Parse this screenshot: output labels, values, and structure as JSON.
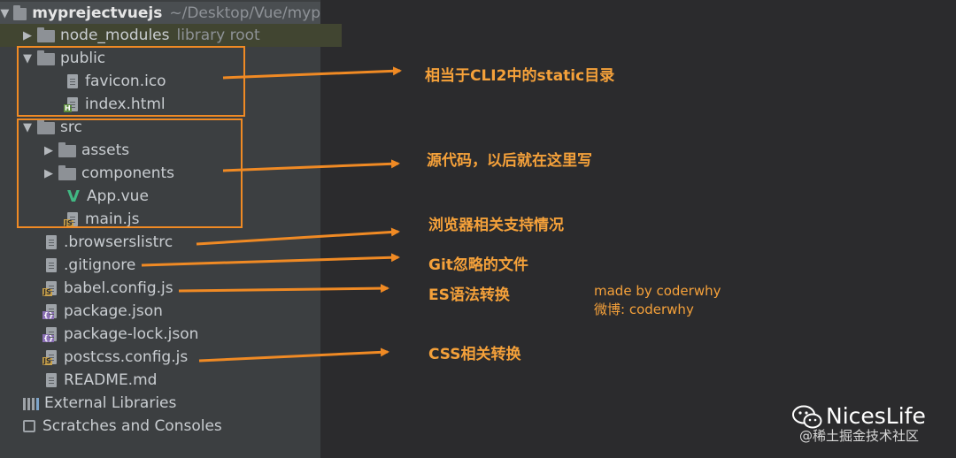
{
  "tree": {
    "root": {
      "name": "myprejectvuejs",
      "path": "~/Desktop/Vue/myp"
    },
    "node_modules": {
      "name": "node_modules",
      "note": "library root"
    },
    "public": {
      "name": "public",
      "children": [
        "favicon.ico",
        "index.html"
      ]
    },
    "src": {
      "name": "src",
      "children": [
        "assets",
        "components",
        "App.vue",
        "main.js"
      ]
    },
    "files": [
      ".browserslistrc",
      ".gitignore",
      "babel.config.js",
      "package.json",
      "package-lock.json",
      "postcss.config.js",
      "README.md"
    ],
    "external_libraries": "External Libraries",
    "scratches": "Scratches and Consoles"
  },
  "annotations": {
    "public": "相当于CLI2中的static目录",
    "src": "源代码，以后就在这里写",
    "browserslistrc": "浏览器相关支持情况",
    "gitignore": "Git忽略的文件",
    "babel": "ES语法转换",
    "postcss": "CSS相关转换"
  },
  "credit": {
    "line1": "made by coderwhy",
    "line2": "微博: coderwhy"
  },
  "watermark": {
    "title": "NicesLife",
    "subtitle": "@稀土掘金技术社区"
  },
  "colors": {
    "accent": "#f08a24",
    "annotation_text": "#f5a13a",
    "panel": "#3c3f41",
    "background": "#2b2b2d"
  }
}
